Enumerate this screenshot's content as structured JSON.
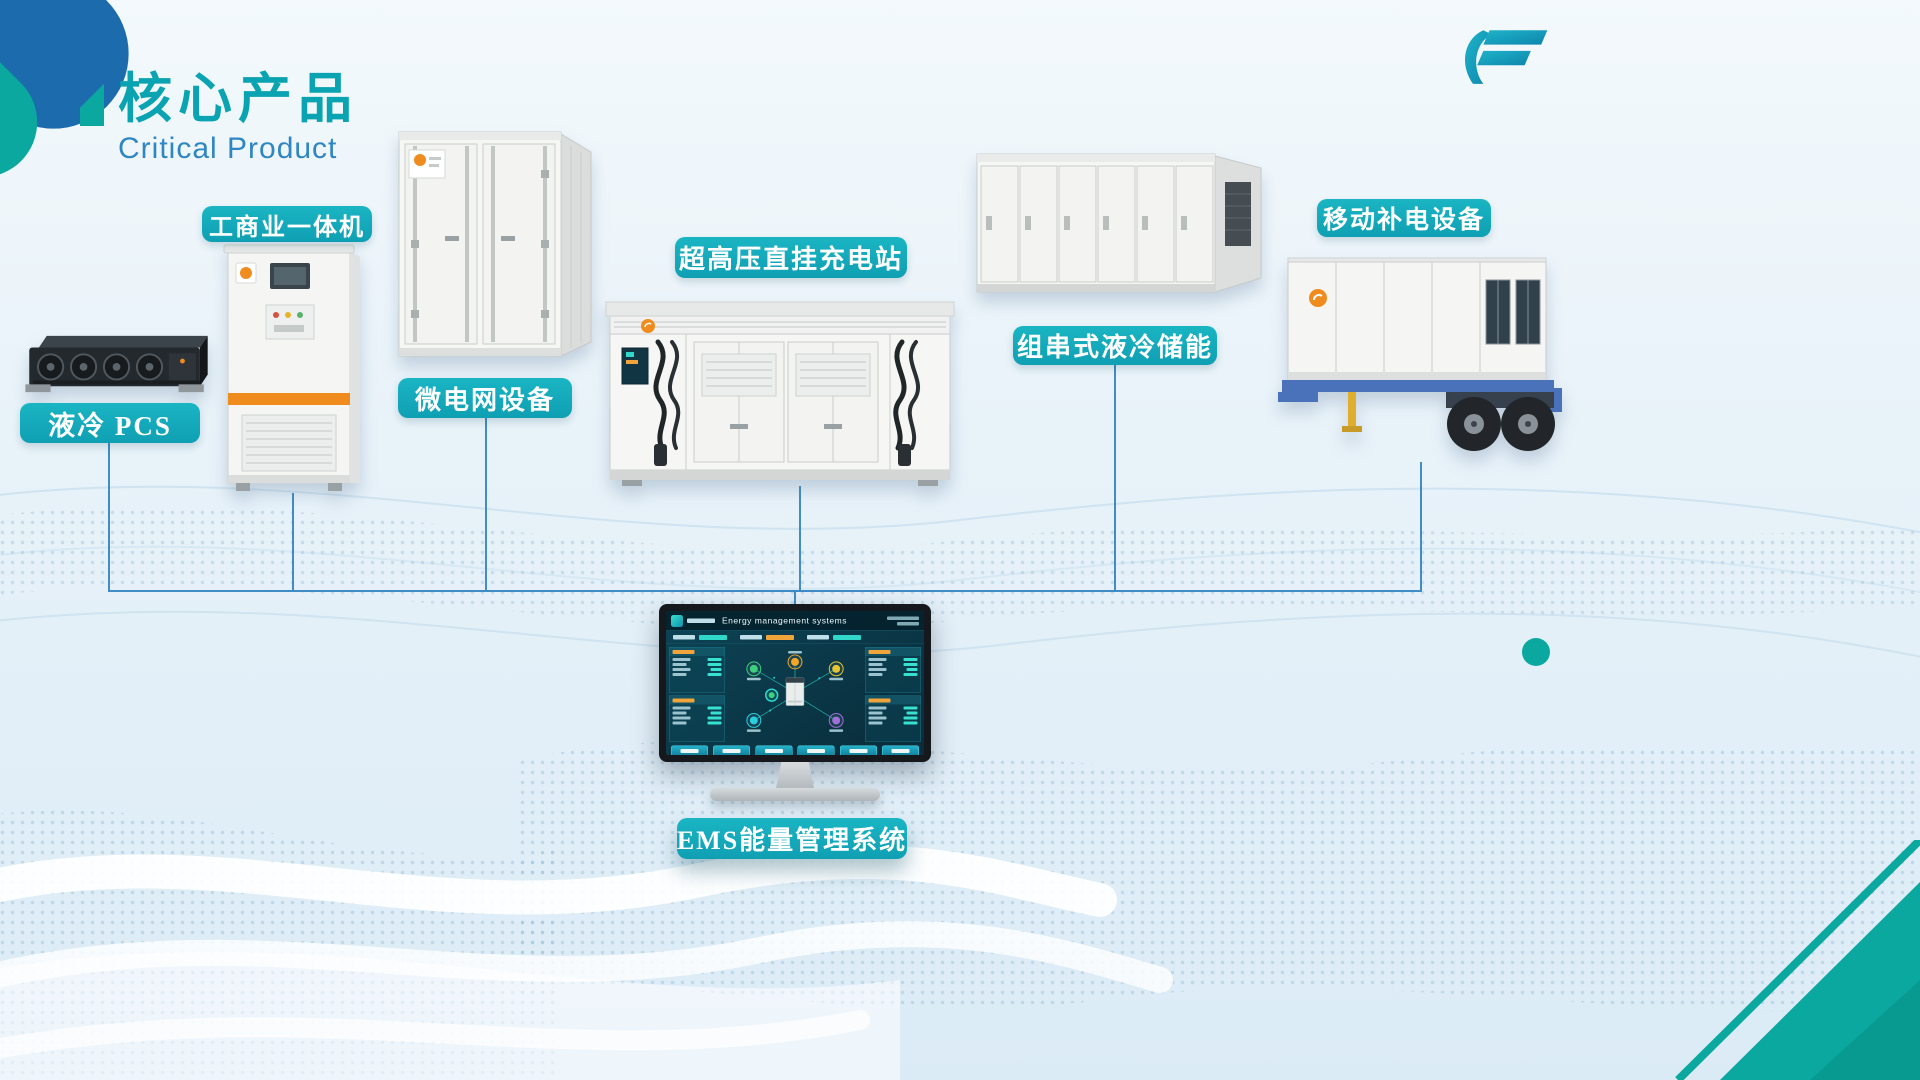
{
  "slide": {
    "title": "核心产品",
    "subtitle": "Critical Product"
  },
  "brand": {
    "logo_icon": "stylized-double-F-swoosh",
    "accent_teal": "#0ba89f",
    "accent_blue": "#1c6cad",
    "pill_teal": "#14a9bb",
    "connector_blue": "#3f8cc6",
    "highlight_orange": "#f08c1e"
  },
  "products": {
    "liquid_pcs": {
      "label": "液冷 PCS"
    },
    "all_in_one": {
      "label": "工商业一体机"
    },
    "microgrid": {
      "label": "微电网设备"
    },
    "charging_station": {
      "label": "超高压直挂充电站"
    },
    "string_storage": {
      "label": "组串式液冷储能"
    },
    "mobile_power": {
      "label": "移动补电设备"
    },
    "ems": {
      "label": "EMS能量管理系统"
    }
  },
  "ems_screen": {
    "title": "Energy management systems"
  }
}
